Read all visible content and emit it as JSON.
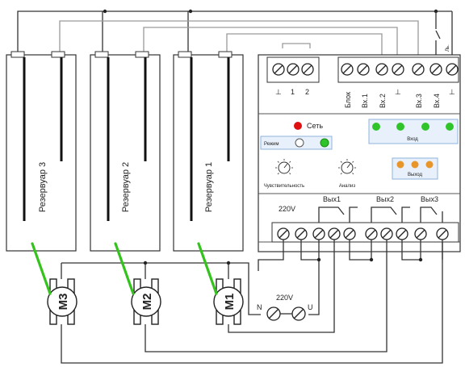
{
  "tanks": [
    {
      "label": "Резервуар 3"
    },
    {
      "label": "Резервуар 2"
    },
    {
      "label": "Резервуар 1"
    }
  ],
  "terminal_labels": {
    "ground": "⊥",
    "one": "1",
    "two": "2",
    "block": "Блок",
    "in1": "Вх.1",
    "in2": "Вх.2",
    "in3": "Вх.3",
    "in4": "Вх.4"
  },
  "switch_label": "Ль.",
  "controller": {
    "network_label": "Сеть",
    "mode_label": "Режим",
    "input_label": "Вход",
    "output_label": "Выход",
    "sensitivity_label": "Чувствительность",
    "analog_label": "Анализ",
    "power_label": "220V",
    "out1_label": "Вых1",
    "out2_label": "Вых2",
    "out3_label": "Вых3"
  },
  "motors": [
    {
      "label": "M3"
    },
    {
      "label": "M2"
    },
    {
      "label": "M1"
    }
  ],
  "supply": {
    "n_label": "N",
    "voltage_label": "220V",
    "u_label": "U"
  },
  "colors": {
    "network_indicator": "#e01010",
    "input_led": "#2fc52a",
    "output_led": "#e8962a",
    "green_link": "#34c21c",
    "panel_fill": "#e8f1fb"
  }
}
